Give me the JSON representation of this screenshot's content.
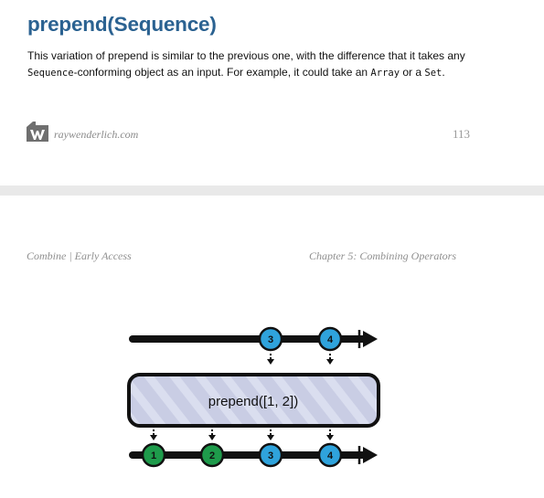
{
  "top_page": {
    "heading": "prepend(Sequence)",
    "paragraph": {
      "t1": "This variation of prepend is similar to the previous one, with the difference that it takes any ",
      "code1": "Sequence",
      "t2": "-conforming object as an input. For example, it could take an ",
      "code2": "Array",
      "t3": " or a ",
      "code3": "Set",
      "t4": "."
    },
    "footer": {
      "logo_icon": "raywenderlich-logo-icon",
      "site": "raywenderlich.com",
      "page_number": "113"
    }
  },
  "bottom_page": {
    "header_left": "Combine | Early Access",
    "header_right": "Chapter 5: Combining Operators"
  },
  "diagram": {
    "operator_label": "prepend([1, 2])",
    "input_marbles": [
      "3",
      "4"
    ],
    "output_marbles": [
      "1",
      "2",
      "3",
      "4"
    ],
    "colors": {
      "blue": "#2fa3dc",
      "green": "#1e9b4b",
      "line": "#111111",
      "box_fill": "#c9cde4"
    }
  }
}
